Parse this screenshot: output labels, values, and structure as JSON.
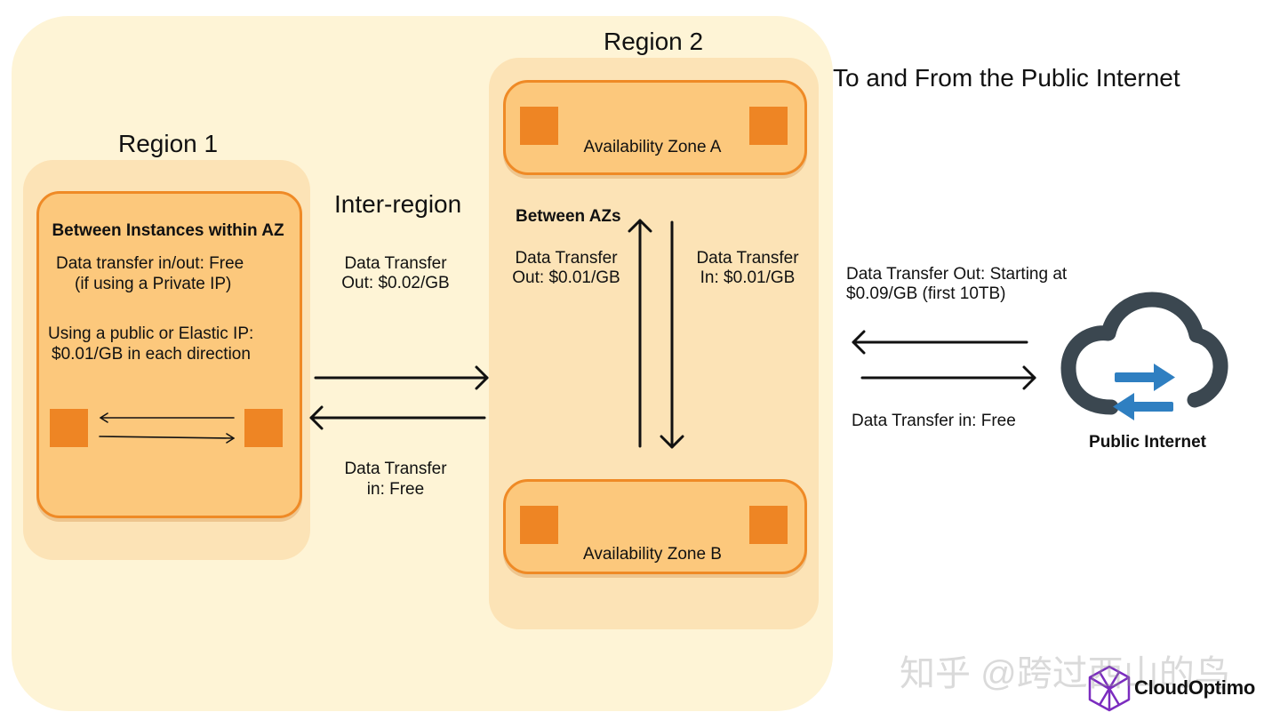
{
  "watermark": "知乎 @跨过西山的鸟",
  "logo": {
    "text": "CloudOptimo",
    "icon": "hexagon-cube-icon",
    "color": "#7b2cbf"
  },
  "colors": {
    "panel": "#fef4d6",
    "region": "#fce3b6",
    "box_fill": "#fcc87c",
    "box_border": "#ef8a26",
    "instance": "#ee8524",
    "cloud": "#3b4750",
    "transfer_arrows": "#2f7fc1"
  },
  "region1": {
    "title": "Region 1",
    "az_box": {
      "heading": "Between Instances within AZ",
      "line1": "Data transfer in/out: Free",
      "line2": "(if using a Private IP)",
      "line3": "Using a public or Elastic IP:",
      "line4": "$0.01/GB in each direction"
    }
  },
  "inter_region": {
    "title": "Inter-region",
    "out_line1": "Data Transfer",
    "out_line2": "Out: $0.02/GB",
    "in_line1": "Data Transfer",
    "in_line2": "in: Free"
  },
  "region2": {
    "title": "Region 2",
    "az_a": "Availability Zone A",
    "az_b": "Availability Zone B",
    "between_azs": "Between AZs",
    "out_line1": "Data Transfer",
    "out_line2": "Out: $0.01/GB",
    "in_line1": "Data Transfer",
    "in_line2": "In: $0.01/GB"
  },
  "internet": {
    "title": "To and From the Public Internet",
    "out_line1": "Data Transfer Out: Starting at",
    "out_line2": "$0.09/GB (first 10TB)",
    "in_line": "Data Transfer in: Free",
    "label": "Public Internet",
    "icon": "cloud-transfer-icon"
  }
}
